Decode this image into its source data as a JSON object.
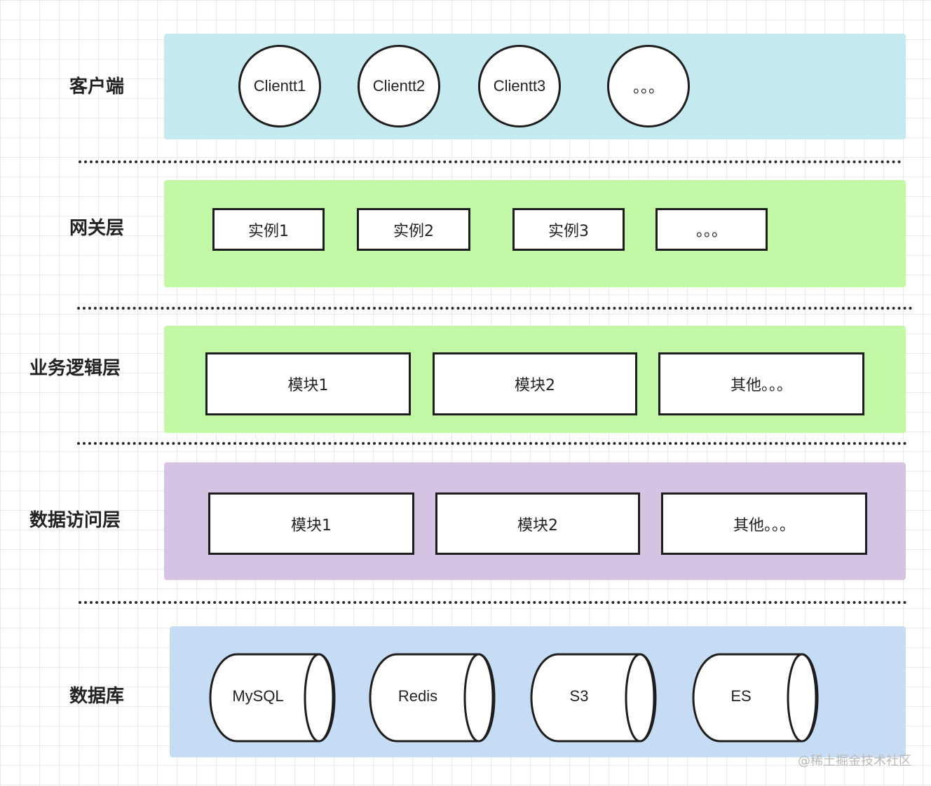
{
  "layers": {
    "client": {
      "label": "客户端",
      "color": "#c4e9ee",
      "items": [
        "Clientt1",
        "Clientt2",
        "Clientt3",
        "。。。"
      ]
    },
    "gateway": {
      "label": "网关层",
      "color": "#c2f7a5",
      "items": [
        "实例1",
        "实例2",
        "实例3",
        "。。。"
      ]
    },
    "business": {
      "label": "业务逻辑层",
      "color": "#c2f7a5",
      "items": [
        "模块1",
        "模块2",
        "其他。。。"
      ]
    },
    "data_access": {
      "label": "数据访问层",
      "color": "#d4c3e3",
      "items": [
        "模块1",
        "模块2",
        "其他。。。"
      ]
    },
    "database": {
      "label": "数据库",
      "color": "#c5dcf4",
      "items": [
        "MySQL",
        "Redis",
        "S3",
        "ES"
      ]
    }
  },
  "watermark": "@稀土掘金技术社区"
}
